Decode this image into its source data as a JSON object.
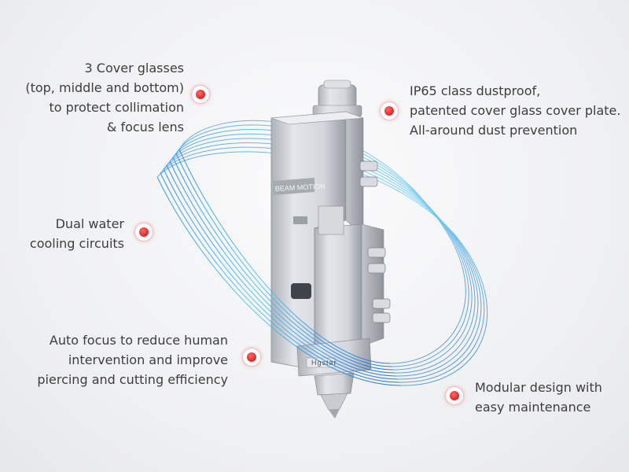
{
  "features": [
    {
      "id": "cover-glasses",
      "lines": [
        "3 Cover glasses",
        "(top, middle and bottom)",
        "to protect collimation",
        "& focus lens"
      ]
    },
    {
      "id": "ip65",
      "lines": [
        "IP65 class dustproof,",
        "patented cover glass cover plate.",
        "All-around dust prevention"
      ]
    },
    {
      "id": "water-cooling",
      "lines": [
        "Dual water",
        "cooling circuits"
      ]
    },
    {
      "id": "auto-focus",
      "lines": [
        "Auto focus to reduce human",
        "intervention and improve",
        "piercing and cutting efficiency"
      ]
    },
    {
      "id": "modular",
      "lines": [
        "Modular design with",
        "easy maintenance"
      ]
    }
  ],
  "product": {
    "panel_label": "BEAM   MOTION",
    "brand": "Hgstar"
  },
  "colors": {
    "dot": "#e52d2d",
    "ring": "#3aa0e8",
    "metal": "#c9ccd1"
  }
}
